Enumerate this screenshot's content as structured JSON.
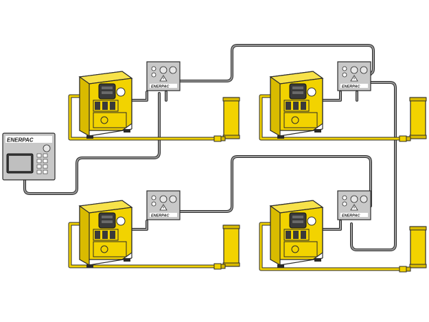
{
  "brand": {
    "name": "ENERPAC",
    "color_yellow": "#f2d300",
    "color_yellow_dark": "#c9a800",
    "color_cable_gray": "#8c8c8c",
    "color_box_gray": "#c8c8c8",
    "color_outline": "#2a2a2a"
  },
  "controller": {
    "label": "ENERPAC"
  },
  "control_boxes": [
    {
      "id": "top-left",
      "label": "ENERPAC"
    },
    {
      "id": "top-right",
      "label": "ENERPAC"
    },
    {
      "id": "bottom-left",
      "label": "ENERPAC"
    },
    {
      "id": "bottom-right",
      "label": "ENERPAC"
    }
  ],
  "pumps": [
    {
      "id": "top-left"
    },
    {
      "id": "top-right"
    },
    {
      "id": "bottom-left"
    },
    {
      "id": "bottom-right"
    }
  ],
  "cylinders": [
    {
      "id": "top-left"
    },
    {
      "id": "top-right"
    },
    {
      "id": "bottom-left"
    },
    {
      "id": "bottom-right"
    }
  ]
}
